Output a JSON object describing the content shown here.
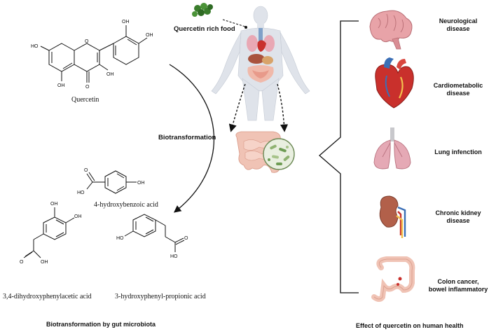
{
  "labels": {
    "quercetin_rich_food": "Quercetin rich food",
    "biotransformation": "Biotransformation",
    "caption_left": "Biotransformation by gut microbiota",
    "caption_right": "Effect of quercetin on human health"
  },
  "compounds": {
    "quercetin": {
      "name": "Quercetin",
      "atoms": {
        "oh_top1": "OH",
        "oh_top2": "OH",
        "ho_left": "HO",
        "o_ring": "O",
        "oh_mid": "OH",
        "oh_bottom": "OH",
        "o_keto": "O"
      }
    },
    "hydroxybenzoic": {
      "name": "4-hydroxybenzoic acid",
      "atoms": {
        "o": "O",
        "ho": "HO",
        "oh": "OH"
      }
    },
    "dihydroxyphenylacetic": {
      "name": "3,4-dihydroxyphenylacetic acid",
      "atoms": {
        "oh1": "OH",
        "oh2": "OH",
        "o": "O",
        "oh3": "OH"
      }
    },
    "hydroxyphenylpropionic": {
      "name": "3-hydroxyphenyl-propionic acid",
      "atoms": {
        "ho": "HO",
        "o": "O",
        "ho2": "HO"
      }
    }
  },
  "effects": [
    {
      "line1": "Neurological",
      "line2": "disease"
    },
    {
      "line1": "Cardiometabolic",
      "line2": "disease"
    },
    {
      "line1": "Lung infenction",
      "line2": ""
    },
    {
      "line1": "Chronic kidney",
      "line2": "disease"
    },
    {
      "line1": "Colon cancer,",
      "line2": "bowel inflammatory"
    }
  ],
  "colors": {
    "brain": "#e8a3a8",
    "heart_red": "#c9302c",
    "heart_blue": "#3b6fb6",
    "lung": "#e5a9b5",
    "kidney": "#b2604a",
    "colon": "#f0c3b5",
    "body": "#dfe3ea",
    "food": "#3a7d2c",
    "bacteria_bg": "#e9efe0",
    "bacteria": "#8fb272"
  }
}
